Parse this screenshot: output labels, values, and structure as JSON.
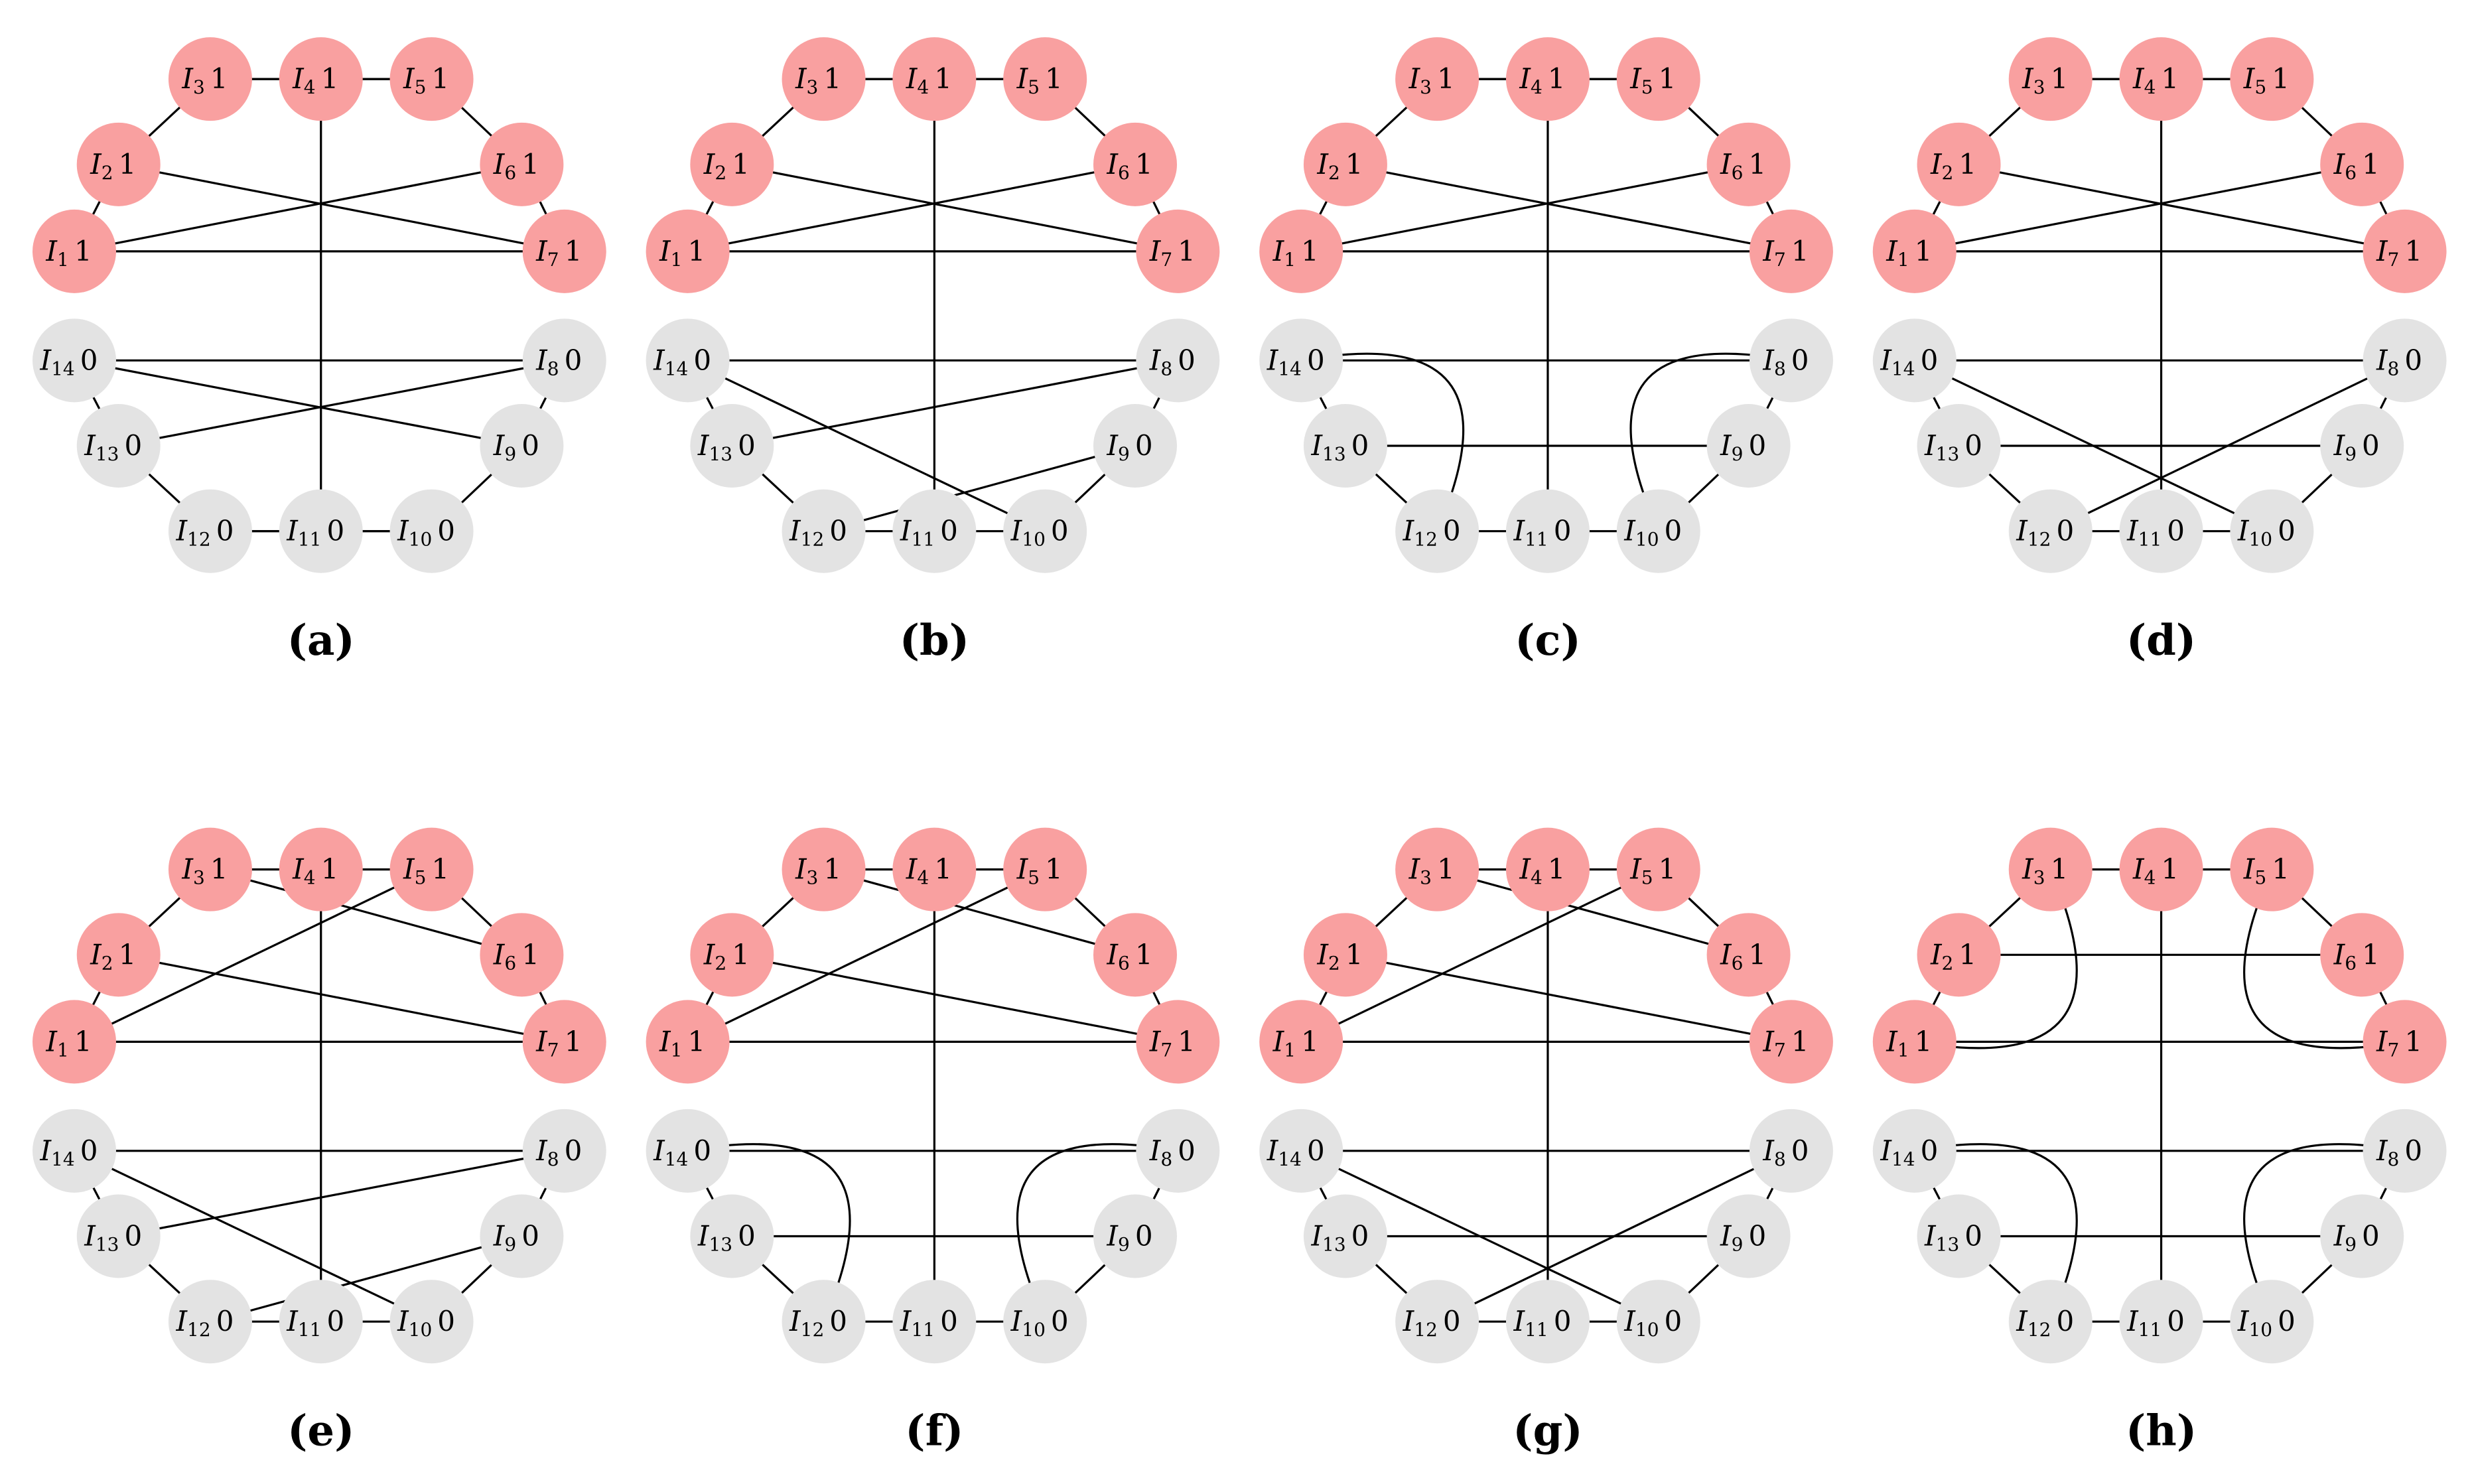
{
  "figure": {
    "node_symbol": "I",
    "colors": {
      "active": "#f9a0a0",
      "inactive": "#e3e3e3",
      "edge": "#000000"
    },
    "nodes": [
      {
        "id": 1,
        "value": "1"
      },
      {
        "id": 2,
        "value": "1"
      },
      {
        "id": 3,
        "value": "1"
      },
      {
        "id": 4,
        "value": "1"
      },
      {
        "id": 5,
        "value": "1"
      },
      {
        "id": 6,
        "value": "1"
      },
      {
        "id": 7,
        "value": "1"
      },
      {
        "id": 8,
        "value": "0"
      },
      {
        "id": 9,
        "value": "0"
      },
      {
        "id": 10,
        "value": "0"
      },
      {
        "id": 11,
        "value": "0"
      },
      {
        "id": 12,
        "value": "0"
      },
      {
        "id": 13,
        "value": "0"
      },
      {
        "id": 14,
        "value": "0"
      }
    ],
    "ring_edges": [
      [
        1,
        2
      ],
      [
        2,
        3
      ],
      [
        3,
        4
      ],
      [
        4,
        5
      ],
      [
        5,
        6
      ],
      [
        6,
        7
      ],
      [
        8,
        9
      ],
      [
        9,
        10
      ],
      [
        10,
        11
      ],
      [
        11,
        12
      ],
      [
        12,
        13
      ],
      [
        13,
        14
      ]
    ],
    "panels": [
      {
        "label": "(a)",
        "chords": [
          [
            1,
            6
          ],
          [
            2,
            7
          ],
          [
            1,
            7
          ],
          [
            3,
            5
          ],
          [
            4,
            11
          ],
          [
            14,
            8
          ],
          [
            13,
            8
          ],
          [
            14,
            9
          ],
          [
            12,
            10
          ]
        ]
      },
      {
        "label": "(b)",
        "chords": [
          [
            1,
            6
          ],
          [
            2,
            7
          ],
          [
            1,
            7
          ],
          [
            3,
            5
          ],
          [
            4,
            11
          ],
          [
            14,
            8
          ],
          [
            13,
            8
          ],
          [
            14,
            10
          ],
          [
            12,
            9
          ]
        ]
      },
      {
        "label": "(c)",
        "chords": [
          [
            1,
            6
          ],
          [
            2,
            7
          ],
          [
            1,
            7
          ],
          [
            3,
            5
          ],
          [
            4,
            11
          ],
          [
            14,
            8
          ],
          [
            13,
            9
          ],
          [
            14,
            12
          ],
          [
            8,
            10
          ]
        ]
      },
      {
        "label": "(d)",
        "chords": [
          [
            1,
            6
          ],
          [
            2,
            7
          ],
          [
            1,
            7
          ],
          [
            3,
            5
          ],
          [
            4,
            11
          ],
          [
            14,
            8
          ],
          [
            13,
            9
          ],
          [
            14,
            10
          ],
          [
            12,
            8
          ]
        ]
      },
      {
        "label": "(e)",
        "chords": [
          [
            3,
            6
          ],
          [
            1,
            5
          ],
          [
            2,
            7
          ],
          [
            1,
            7
          ],
          [
            4,
            11
          ],
          [
            14,
            8
          ],
          [
            13,
            8
          ],
          [
            14,
            10
          ],
          [
            12,
            9
          ]
        ]
      },
      {
        "label": "(f)",
        "chords": [
          [
            3,
            6
          ],
          [
            1,
            5
          ],
          [
            2,
            7
          ],
          [
            1,
            7
          ],
          [
            4,
            11
          ],
          [
            14,
            8
          ],
          [
            13,
            9
          ],
          [
            14,
            12
          ],
          [
            8,
            10
          ]
        ]
      },
      {
        "label": "(g)",
        "chords": [
          [
            3,
            6
          ],
          [
            1,
            5
          ],
          [
            2,
            7
          ],
          [
            1,
            7
          ],
          [
            4,
            11
          ],
          [
            14,
            8
          ],
          [
            13,
            9
          ],
          [
            14,
            10
          ],
          [
            12,
            8
          ]
        ]
      },
      {
        "label": "(h)",
        "chords": [
          [
            2,
            6
          ],
          [
            1,
            7
          ],
          [
            1,
            3
          ],
          [
            5,
            7
          ],
          [
            4,
            11
          ],
          [
            14,
            8
          ],
          [
            13,
            9
          ],
          [
            14,
            12
          ],
          [
            8,
            10
          ]
        ]
      }
    ]
  }
}
